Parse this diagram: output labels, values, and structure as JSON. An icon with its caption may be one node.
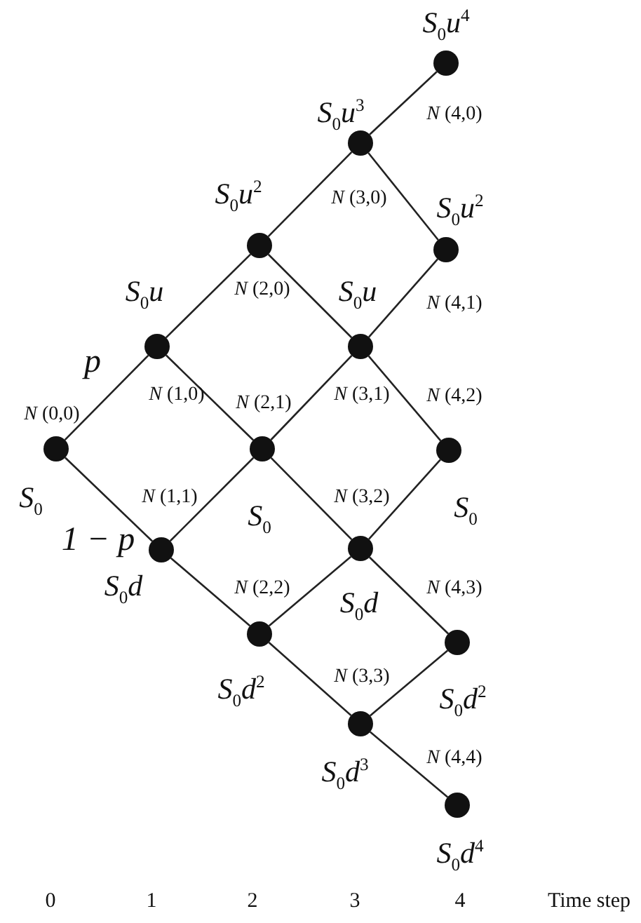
{
  "diagram": {
    "nodes": [
      {
        "text": [],
        "shape": "circle",
        "beside": [
          "S$_{0}$",
          "*N* (0,0)"
        ]
      },
      {
        "text": [],
        "shape": "circle",
        "beside": [
          "S$_{0}$u",
          "*N* (1,0)"
        ]
      },
      {
        "text": [],
        "shape": "circle",
        "beside": [
          "S$_{0}$d",
          "*N* (1,1)"
        ]
      },
      {
        "text": [],
        "shape": "circle",
        "beside": [
          "S$_{0}$u$^{2}$",
          "*N* (2,0)"
        ]
      },
      {
        "text": [],
        "shape": "circle",
        "beside": [
          "S$_{0}$",
          "*N* (2,1)"
        ]
      },
      {
        "text": [],
        "shape": "circle",
        "beside": [
          "S$_{0}$d$^{2}$",
          "*N* (2,2)"
        ]
      },
      {
        "text": [],
        "shape": "circle",
        "beside": [
          "S$_{0}$u$^{3}$",
          "*N* (3,0)"
        ]
      },
      {
        "text": [],
        "shape": "circle",
        "beside": [
          "S$_{0}$u",
          "*N* (3,1)"
        ]
      },
      {
        "text": [],
        "shape": "circle",
        "beside": [
          "S$_{0}$d",
          "*N* (3,2)"
        ]
      },
      {
        "text": [],
        "shape": "circle",
        "beside": [
          "S$_{0}$d$^{3}$",
          "*N* (3,3)"
        ]
      },
      {
        "text": [],
        "shape": "circle",
        "beside": [
          "S$_{0}$u$^{4}$",
          "*N* (4,0)"
        ]
      },
      {
        "text": [],
        "shape": "circle",
        "beside": [
          "S$_{0}$u$^{2}$",
          "*N* (4,1)"
        ]
      },
      {
        "text": [],
        "shape": "circle",
        "beside": [
          "S$_{0}$",
          "*N* (4,2)"
        ]
      },
      {
        "text": [],
        "shape": "circle",
        "beside": [
          "S$_{0}$d$^{2}$",
          "*N* (4,3)"
        ]
      },
      {
        "text": [],
        "shape": "circle",
        "beside": [
          "S$_{0}$d$^{4}$",
          "*N* (4,4)"
        ]
      }
    ],
    "edges": [
      {
        "from": 0,
        "to": 1,
        "arrow": "none",
        "label": "p"
      },
      {
        "from": 0,
        "to": 2,
        "arrow": "none",
        "label": "1 − p"
      },
      {
        "from": 1,
        "to": 3,
        "arrow": "none"
      },
      {
        "from": 1,
        "to": 4,
        "arrow": "none"
      },
      {
        "from": 2,
        "to": 4,
        "arrow": "none"
      },
      {
        "from": 2,
        "to": 5,
        "arrow": "none"
      },
      {
        "from": 3,
        "to": 6,
        "arrow": "none"
      },
      {
        "from": 3,
        "to": 7,
        "arrow": "none"
      },
      {
        "from": 4,
        "to": 7,
        "arrow": "none"
      },
      {
        "from": 4,
        "to": 8,
        "arrow": "none"
      },
      {
        "from": 5,
        "to": 8,
        "arrow": "none"
      },
      {
        "from": 5,
        "to": 9,
        "arrow": "none"
      },
      {
        "from": 6,
        "to": 10,
        "arrow": "none"
      },
      {
        "from": 6,
        "to": 11,
        "arrow": "none"
      },
      {
        "from": 7,
        "to": 11,
        "arrow": "none"
      },
      {
        "from": 7,
        "to": 12,
        "arrow": "none"
      },
      {
        "from": 8,
        "to": 12,
        "arrow": "none"
      },
      {
        "from": 8,
        "to": 13,
        "arrow": "none"
      },
      {
        "from": 9,
        "to": 13,
        "arrow": "none"
      },
      {
        "from": 9,
        "to": 14,
        "arrow": "none"
      }
    ],
    "labels": [
      "0",
      "1",
      "2",
      "3",
      "4",
      "Time step"
    ]
  }
}
